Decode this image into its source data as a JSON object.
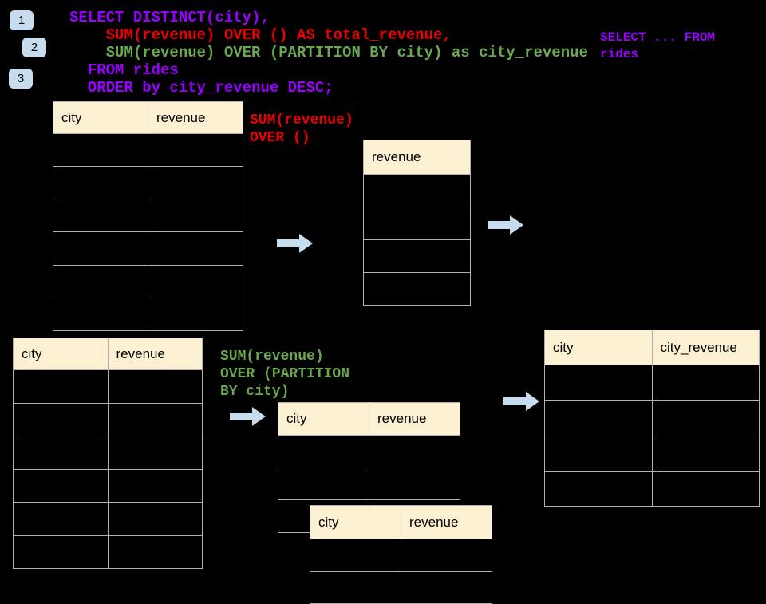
{
  "colors": {
    "background": "#000000",
    "purple": "#9900FF",
    "red": "#EE0000",
    "green": "#6AA84F",
    "chip_blue": "#C8DCF0",
    "arrow_blue": "#C8DCF0",
    "table_header_fill": "#FBF0D2",
    "table_border": "#B0B0B0"
  },
  "steps": [
    "1",
    "2",
    "3"
  ],
  "code": {
    "lines": [
      {
        "text": "SELECT DISTINCT(city),",
        "color": "purple"
      },
      {
        "text": "    SUM(revenue) OVER () AS total_revenue,",
        "color": "red"
      },
      {
        "text": "    SUM(revenue) OVER (PARTITION BY city) as city_revenue",
        "color": "green"
      },
      {
        "text": "  FROM rides",
        "color": "purple"
      },
      {
        "text": "  ORDER by city_revenue DESC;",
        "color": "purple"
      }
    ]
  },
  "side_note": {
    "lines": [
      {
        "text": "SELECT ... FROM",
        "color": "purple"
      },
      {
        "text": "rides",
        "color": "purple"
      }
    ]
  },
  "annotations": {
    "total_revenue": {
      "lines": [
        {
          "text": "SUM(revenue)",
          "color": "red"
        },
        {
          "text": "OVER ()",
          "color": "red"
        }
      ]
    },
    "partition": {
      "lines": [
        {
          "text": "SUM(revenue)",
          "color": "green"
        },
        {
          "text": "OVER (PARTITION",
          "color": "green"
        },
        {
          "text": "BY city)",
          "color": "green"
        }
      ]
    }
  },
  "tables": {
    "source_top": {
      "headers": [
        "city",
        "revenue"
      ],
      "empty_row_count": 6
    },
    "total_result": {
      "headers": [
        "revenue"
      ],
      "empty_row_count": 4
    },
    "source_bottom": {
      "headers": [
        "city",
        "revenue"
      ],
      "empty_row_count": 6
    },
    "partition_step": {
      "headers": [
        "city",
        "revenue"
      ],
      "empty_row_count": 3
    },
    "partition_step_overlay": {
      "headers": [
        "city",
        "revenue"
      ],
      "empty_row_count": 2
    },
    "partition_result": {
      "headers": [
        "city",
        "city_revenue"
      ],
      "empty_row_count": 4
    }
  }
}
